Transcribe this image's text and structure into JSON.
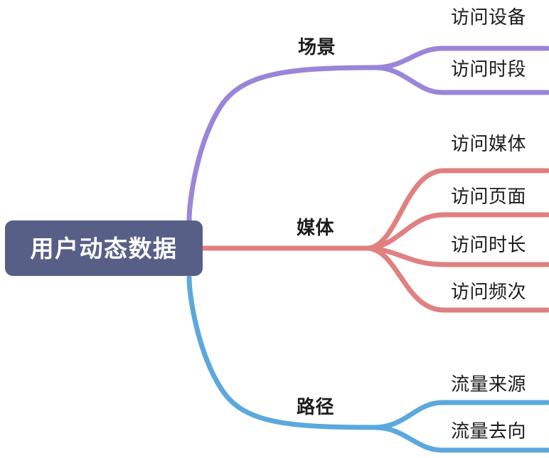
{
  "diagram": {
    "type": "mind-map",
    "orientation": "left-to-right",
    "background_color": "#ffffff",
    "root": {
      "label": "用户动态数据",
      "fill_color": "#585f87",
      "text_color": "#ffffff"
    },
    "branches": [
      {
        "label": "场景",
        "color": "#9b85d8",
        "children": [
          {
            "label": "访问设备"
          },
          {
            "label": "访问时段"
          }
        ]
      },
      {
        "label": "媒体",
        "color": "#e08080",
        "children": [
          {
            "label": "访问媒体"
          },
          {
            "label": "访问页面"
          },
          {
            "label": "访问时长"
          },
          {
            "label": "访问频次"
          }
        ]
      },
      {
        "label": "路径",
        "color": "#5ba8dd",
        "children": [
          {
            "label": "流量来源"
          },
          {
            "label": "流量去向"
          }
        ]
      }
    ]
  }
}
